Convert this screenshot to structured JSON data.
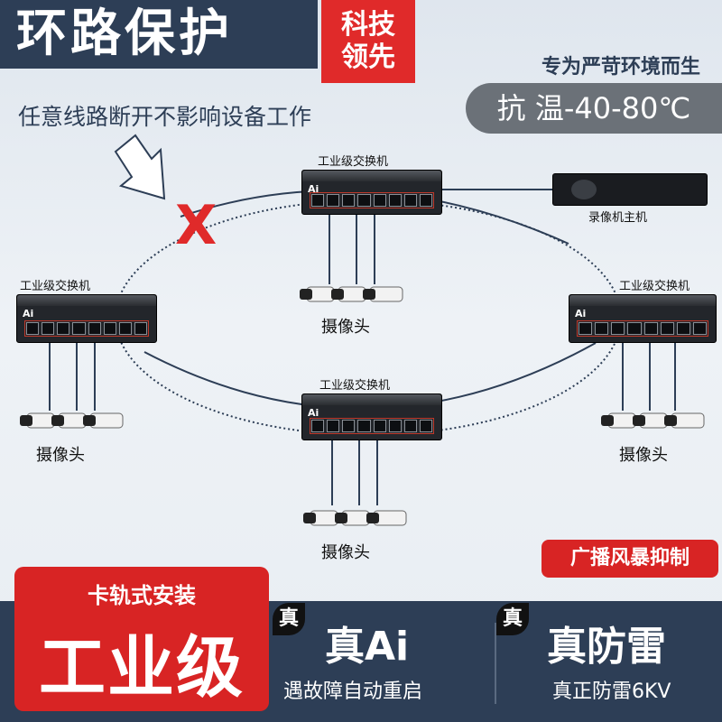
{
  "header": {
    "title": "环路保护",
    "badge": "科技领先",
    "subtitle": "专为严苛环境而生",
    "temperature": "抗 温-40-80℃"
  },
  "note": "任意线路断开不影响设备工作",
  "break_mark": "X",
  "diagram": {
    "switch_label": "工业级交换机",
    "switch_brand": "Ai",
    "nvr_label": "录像机主机",
    "camera_label": "摄像头"
  },
  "promo": {
    "install_label": "卡轨式安装",
    "industrial_label": "工业级",
    "broadcast_label": "广播风暴抑制",
    "feature_ai": {
      "icon": "真",
      "title": "真Ai",
      "subtitle": "遇故障自动重启"
    },
    "feature_lightning": {
      "icon": "真",
      "title": "真防雷",
      "subtitle": "真正防雷6KV"
    }
  },
  "colors": {
    "navy": "#2d3e56",
    "red": "#d82424",
    "gray": "#6b7178"
  }
}
